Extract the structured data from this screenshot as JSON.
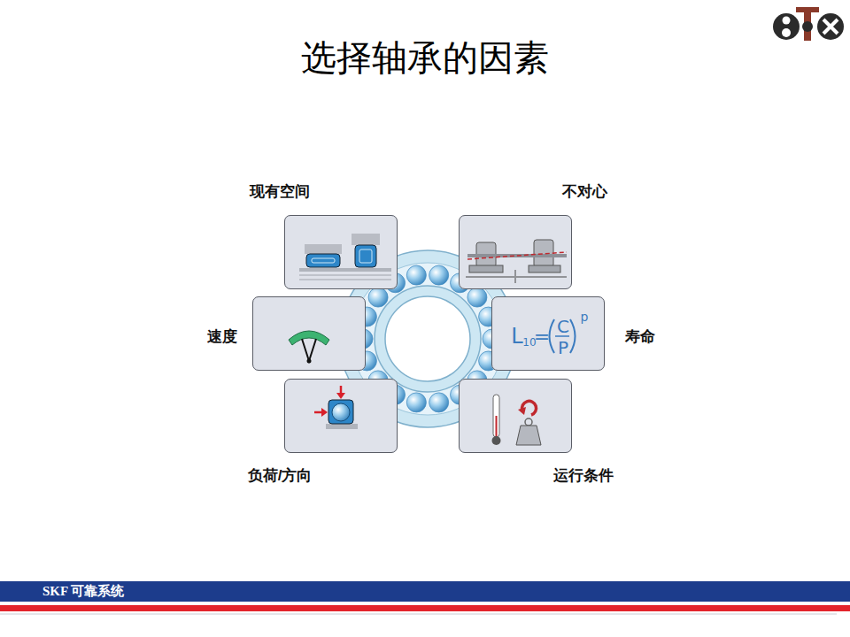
{
  "diagram": {
    "title": "选择轴承的因素",
    "nodes": [
      {
        "text": [
          "现有空间"
        ]
      },
      {
        "text": [
          "不对心"
        ]
      },
      {
        "text": [
          "速度"
        ]
      },
      {
        "text": [
          "寿命",
          "L",
          "10",
          "=",
          "C",
          "P",
          "p"
        ]
      },
      {
        "text": [
          "负荷/方向"
        ]
      },
      {
        "text": [
          "运行条件"
        ]
      },
      {
        "text": [
          "SKF 可靠系统"
        ]
      }
    ]
  }
}
